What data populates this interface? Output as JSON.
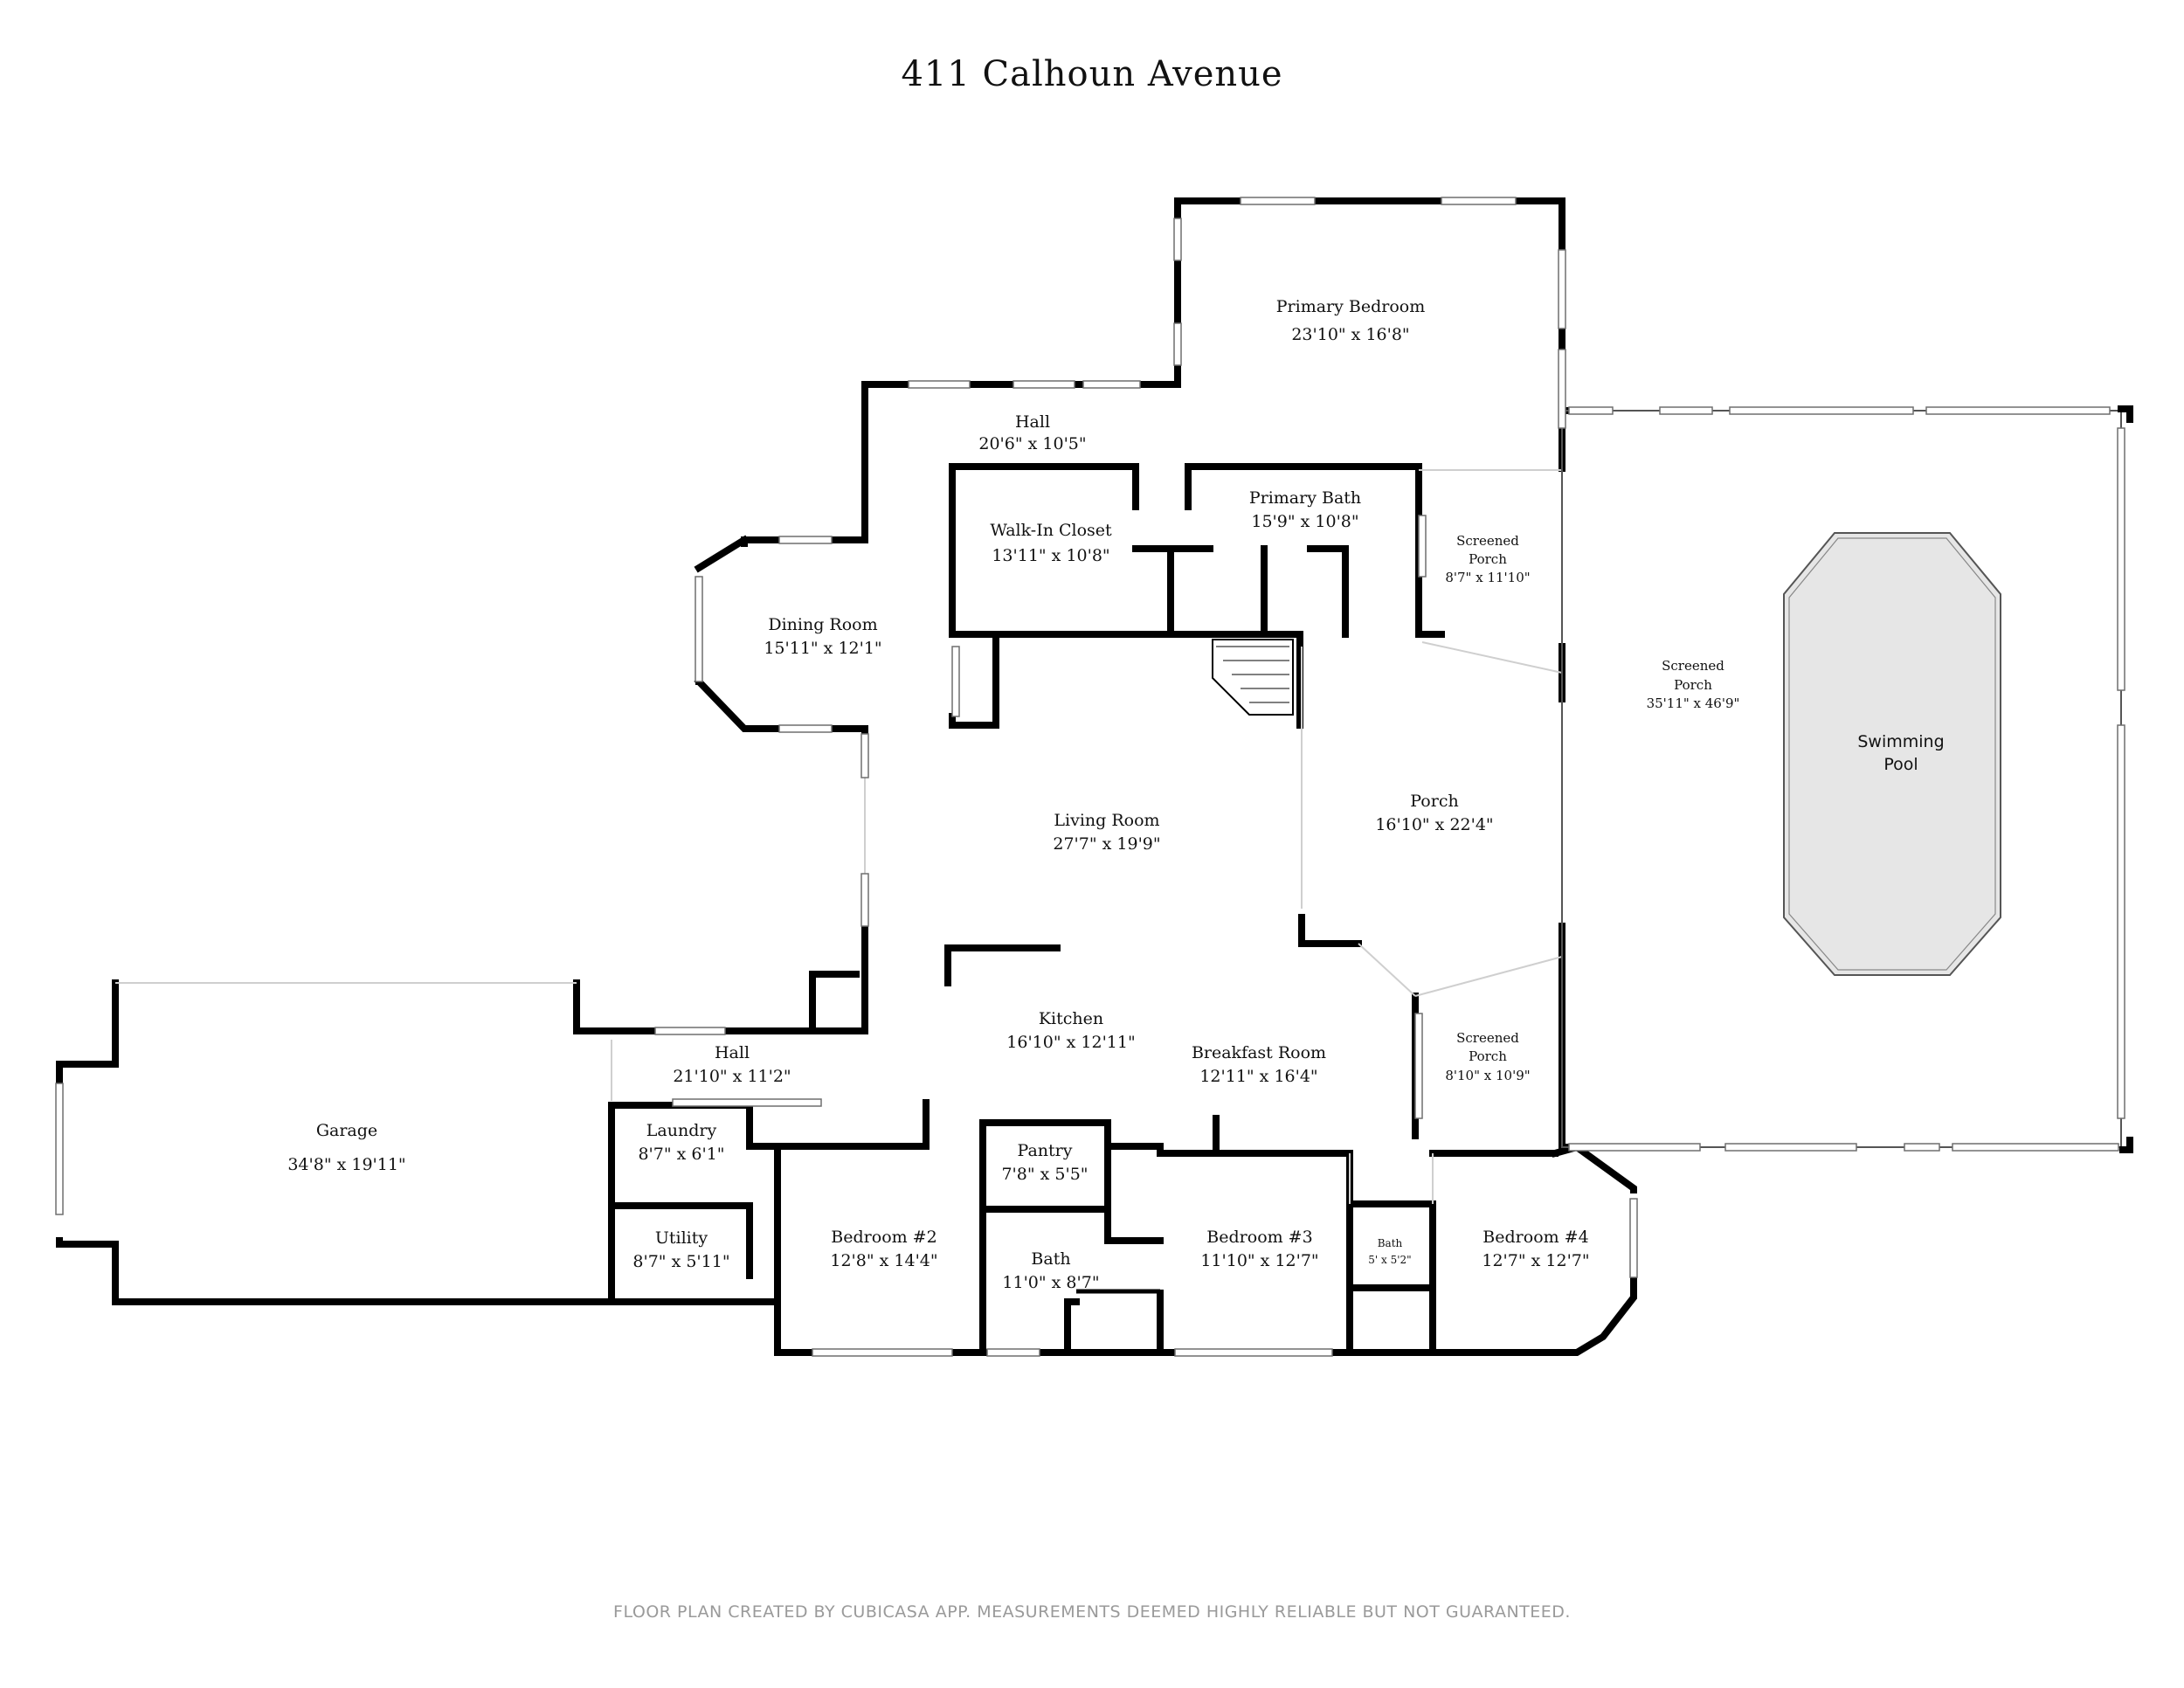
{
  "title": "411 Calhoun Avenue",
  "footer": "FLOOR PLAN CREATED BY CUBICASA APP. MEASUREMENTS DEEMED HIGHLY RELIABLE BUT NOT GUARANTEED.",
  "rooms": {
    "primary_bedroom": {
      "name": "Primary Bedroom",
      "dims": "23'10\" x 16'8\""
    },
    "hall_upper": {
      "name": "Hall",
      "dims": "20'6\" x 10'5\""
    },
    "walk_in_closet": {
      "name": "Walk-In Closet",
      "dims": "13'11\" x 10'8\""
    },
    "primary_bath": {
      "name": "Primary Bath",
      "dims": "15'9\" x 10'8\""
    },
    "screened_porch_a": {
      "name_line1": "Screened",
      "name_line2": "Porch",
      "dims": "8'7\" x 11'10\""
    },
    "screened_porch_main": {
      "name_line1": "Screened",
      "name_line2": "Porch",
      "dims": "35'11\" x 46'9\""
    },
    "swimming_pool": {
      "name_line1": "Swimming",
      "name_line2": "Pool"
    },
    "dining_room": {
      "name": "Dining Room",
      "dims": "15'11\" x 12'1\""
    },
    "living_room": {
      "name": "Living Room",
      "dims": "27'7\" x 19'9\""
    },
    "porch": {
      "name": "Porch",
      "dims": "16'10\" x 22'4\""
    },
    "kitchen": {
      "name": "Kitchen",
      "dims": "16'10\" x 12'11\""
    },
    "hall_lower": {
      "name": "Hall",
      "dims": "21'10\" x 11'2\""
    },
    "breakfast_room": {
      "name": "Breakfast Room",
      "dims": "12'11\" x 16'4\""
    },
    "screened_porch_b": {
      "name_line1": "Screened",
      "name_line2": "Porch",
      "dims": "8'10\" x 10'9\""
    },
    "garage": {
      "name": "Garage",
      "dims": "34'8\" x 19'11\""
    },
    "laundry": {
      "name": "Laundry",
      "dims": "8'7\" x 6'1\""
    },
    "utility": {
      "name": "Utility",
      "dims": "8'7\" x 5'11\""
    },
    "bedroom_2": {
      "name": "Bedroom #2",
      "dims": "12'8\" x 14'4\""
    },
    "pantry": {
      "name": "Pantry",
      "dims": "7'8\" x 5'5\""
    },
    "bath": {
      "name": "Bath",
      "dims": "11'0\" x 8'7\""
    },
    "bedroom_3": {
      "name": "Bedroom #3",
      "dims": "11'10\" x 12'7\""
    },
    "bath_small": {
      "name": "Bath",
      "dims": "5' x 5'2\""
    },
    "bedroom_4": {
      "name": "Bedroom #4",
      "dims": "12'7\" x 12'7\""
    }
  }
}
